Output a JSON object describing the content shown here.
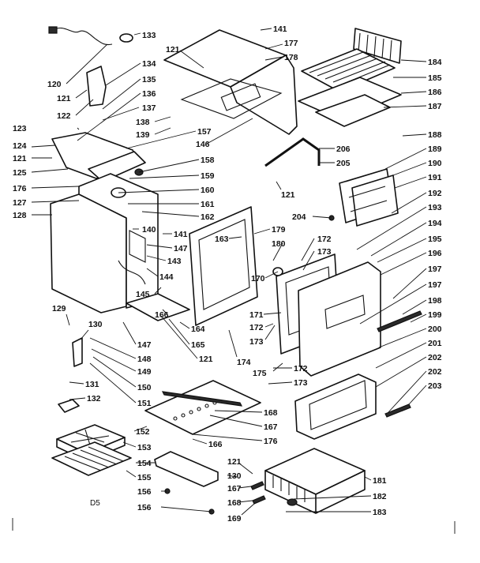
{
  "diagram": {
    "footer_code": "D5",
    "callouts": [
      {
        "id": "c133",
        "label": "133"
      },
      {
        "id": "c141a",
        "label": "141"
      },
      {
        "id": "c121a",
        "label": "121"
      },
      {
        "id": "c177",
        "label": "177"
      },
      {
        "id": "c178",
        "label": "178"
      },
      {
        "id": "c184",
        "label": "184"
      },
      {
        "id": "c120",
        "label": "120"
      },
      {
        "id": "c134",
        "label": "134"
      },
      {
        "id": "c185",
        "label": "185"
      },
      {
        "id": "c121b",
        "label": "121"
      },
      {
        "id": "c135",
        "label": "135"
      },
      {
        "id": "c186",
        "label": "186"
      },
      {
        "id": "c122",
        "label": "122"
      },
      {
        "id": "c136",
        "label": "136"
      },
      {
        "id": "c187",
        "label": "187"
      },
      {
        "id": "c137",
        "label": "137"
      },
      {
        "id": "c138",
        "label": "138"
      },
      {
        "id": "c139",
        "label": "139"
      },
      {
        "id": "c123",
        "label": "123"
      },
      {
        "id": "c157",
        "label": "157"
      },
      {
        "id": "c188",
        "label": "188"
      },
      {
        "id": "c124",
        "label": "124"
      },
      {
        "id": "c146",
        "label": "146"
      },
      {
        "id": "c206",
        "label": "206"
      },
      {
        "id": "c189",
        "label": "189"
      },
      {
        "id": "c121c",
        "label": "121"
      },
      {
        "id": "c158",
        "label": "158"
      },
      {
        "id": "c205",
        "label": "205"
      },
      {
        "id": "c190",
        "label": "190"
      },
      {
        "id": "c125",
        "label": "125"
      },
      {
        "id": "c159",
        "label": "159"
      },
      {
        "id": "c191",
        "label": "191"
      },
      {
        "id": "c176a",
        "label": "176"
      },
      {
        "id": "c160",
        "label": "160"
      },
      {
        "id": "c121d",
        "label": "121"
      },
      {
        "id": "c192",
        "label": "192"
      },
      {
        "id": "c127",
        "label": "127"
      },
      {
        "id": "c161",
        "label": "161"
      },
      {
        "id": "c193",
        "label": "193"
      },
      {
        "id": "c128",
        "label": "128"
      },
      {
        "id": "c162",
        "label": "162"
      },
      {
        "id": "c204",
        "label": "204"
      },
      {
        "id": "c194",
        "label": "194"
      },
      {
        "id": "c140",
        "label": "140"
      },
      {
        "id": "c141b",
        "label": "141"
      },
      {
        "id": "c179",
        "label": "179"
      },
      {
        "id": "c163",
        "label": "163"
      },
      {
        "id": "c195",
        "label": "195"
      },
      {
        "id": "c147a",
        "label": "147"
      },
      {
        "id": "c180",
        "label": "180"
      },
      {
        "id": "c172a",
        "label": "172"
      },
      {
        "id": "c143",
        "label": "143"
      },
      {
        "id": "c173a",
        "label": "173"
      },
      {
        "id": "c196",
        "label": "196"
      },
      {
        "id": "c144",
        "label": "144"
      },
      {
        "id": "c170",
        "label": "170"
      },
      {
        "id": "c197a",
        "label": "197"
      },
      {
        "id": "c145",
        "label": "145"
      },
      {
        "id": "c197b",
        "label": "197"
      },
      {
        "id": "c129",
        "label": "129"
      },
      {
        "id": "c166a",
        "label": "166"
      },
      {
        "id": "c171",
        "label": "171"
      },
      {
        "id": "c198",
        "label": "198"
      },
      {
        "id": "c130",
        "label": "130"
      },
      {
        "id": "c164",
        "label": "164"
      },
      {
        "id": "c172b",
        "label": "172"
      },
      {
        "id": "c199",
        "label": "199"
      },
      {
        "id": "c147b",
        "label": "147"
      },
      {
        "id": "c165",
        "label": "165"
      },
      {
        "id": "c173b",
        "label": "173"
      },
      {
        "id": "c200",
        "label": "200"
      },
      {
        "id": "c148",
        "label": "148"
      },
      {
        "id": "c121e",
        "label": "121"
      },
      {
        "id": "c174",
        "label": "174"
      },
      {
        "id": "c201",
        "label": "201"
      },
      {
        "id": "c149",
        "label": "149"
      },
      {
        "id": "c175",
        "label": "175"
      },
      {
        "id": "c172c",
        "label": "172"
      },
      {
        "id": "c202a",
        "label": "202"
      },
      {
        "id": "c131",
        "label": "131"
      },
      {
        "id": "c202b",
        "label": "202"
      },
      {
        "id": "c150",
        "label": "150"
      },
      {
        "id": "c173c",
        "label": "173"
      },
      {
        "id": "c203",
        "label": "203"
      },
      {
        "id": "c132",
        "label": "132"
      },
      {
        "id": "c151",
        "label": "151"
      },
      {
        "id": "c168a",
        "label": "168"
      },
      {
        "id": "c167a",
        "label": "167"
      },
      {
        "id": "c152",
        "label": "152"
      },
      {
        "id": "c176b",
        "label": "176"
      },
      {
        "id": "c153",
        "label": "153"
      },
      {
        "id": "c166b",
        "label": "166"
      },
      {
        "id": "c154",
        "label": "154"
      },
      {
        "id": "c121f",
        "label": "121"
      },
      {
        "id": "c130b",
        "label": "130"
      },
      {
        "id": "c155",
        "label": "155"
      },
      {
        "id": "c181",
        "label": "181"
      },
      {
        "id": "c167b",
        "label": "167"
      },
      {
        "id": "c156a",
        "label": "156"
      },
      {
        "id": "c182",
        "label": "182"
      },
      {
        "id": "c168b",
        "label": "168"
      },
      {
        "id": "c156b",
        "label": "156"
      },
      {
        "id": "c169",
        "label": "169"
      },
      {
        "id": "c183",
        "label": "183"
      }
    ]
  }
}
